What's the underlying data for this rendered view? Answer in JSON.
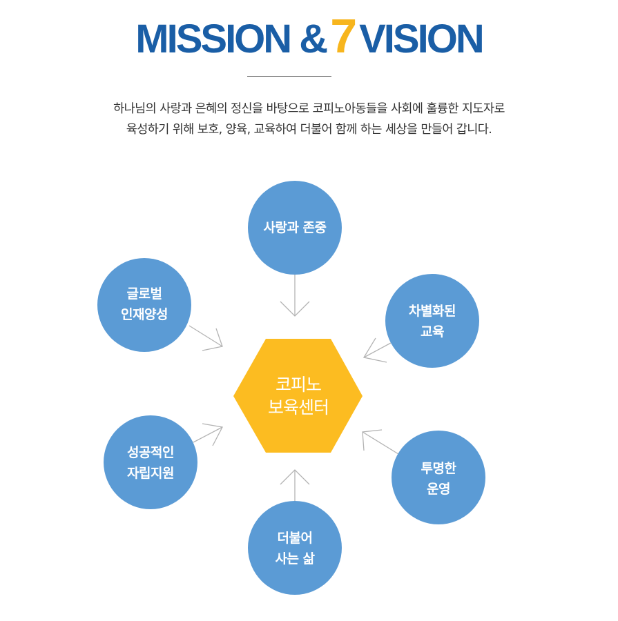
{
  "header": {
    "title_left": "MISSION &",
    "title_number": "7",
    "title_right": "VISION"
  },
  "intro": {
    "line1": "하나님의 사랑과 은혜의 정신을 바탕으로 코피노아동들을 사회에 훌륭한 지도자로",
    "line2": "육성하기 위해 보호, 양육, 교육하여 더불어 함께 하는 세상을 만들어 갑니다."
  },
  "colors": {
    "title_blue": "#1a5ea6",
    "accent_yellow": "#f7b51d",
    "circle_blue": "#5b9bd5",
    "hexagon_yellow": "#fcbc21",
    "arrow_gray": "#b3b3b3"
  },
  "diagram": {
    "center": {
      "line1": "코피노",
      "line2": "보육센터"
    },
    "nodes": [
      {
        "id": "love",
        "line1": "사랑과 존중",
        "line2": ""
      },
      {
        "id": "education",
        "line1": "차별화된",
        "line2": "교육"
      },
      {
        "id": "operation",
        "line1": "투명한",
        "line2": "운영"
      },
      {
        "id": "together",
        "line1": "더불어",
        "line2": "사는 삶"
      },
      {
        "id": "independence",
        "line1": "성공적인",
        "line2": "자립지원"
      },
      {
        "id": "global",
        "line1": "글로벌",
        "line2": "인재양성"
      }
    ]
  }
}
